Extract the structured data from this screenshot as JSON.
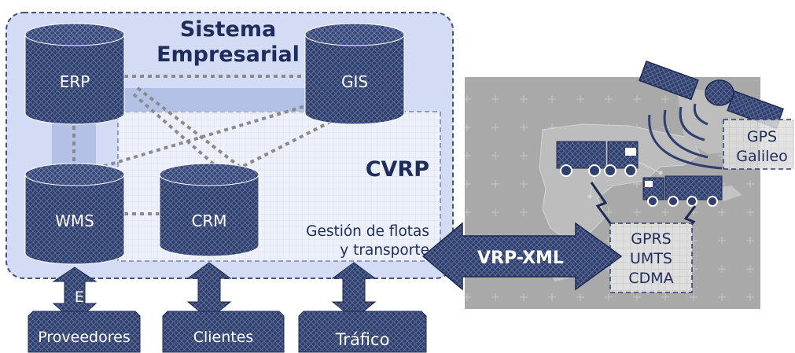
{
  "enterprise": {
    "title_line1": "Sistema",
    "title_line2": "Empresarial"
  },
  "cvrp": {
    "title": "CVRP",
    "fleet_line1": "Gestión de flotas",
    "fleet_line2": "y transporte"
  },
  "databases": {
    "erp": "ERP",
    "gis": "GIS",
    "wms": "WMS",
    "crm": "CRM"
  },
  "links": {
    "edi": "EDI"
  },
  "partners": {
    "suppliers": "Proveedores",
    "clients": "Clientes",
    "traffic": "Tráfico"
  },
  "protocol": {
    "label": "VRP-XML"
  },
  "networks": {
    "line1": "GPRS",
    "line2": "UMTS",
    "line3": "CDMA"
  },
  "positioning": {
    "line1": "GPS",
    "line2": "Galileo"
  },
  "colors": {
    "dark_navy": "#2f3f6e",
    "container_fill": "#d3dcf4",
    "container_border": "#44527e",
    "cvrp_fill": "#e9edf8",
    "map_background": "#a9a9a9",
    "text_dark": "#1f2d5c"
  }
}
